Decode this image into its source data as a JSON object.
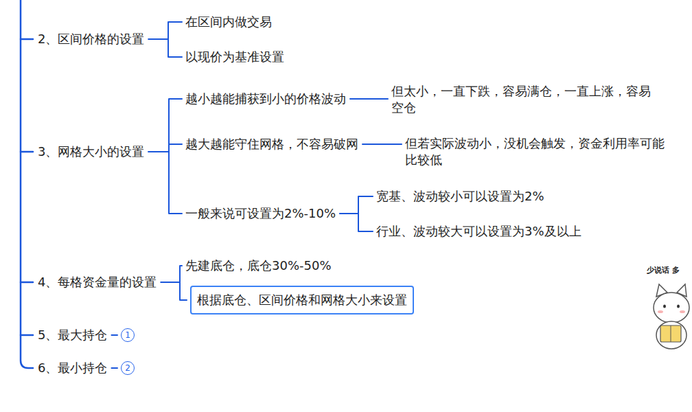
{
  "diagram": {
    "nodes": [
      {
        "text": [
          "2、区间价格的设置"
        ]
      },
      {
        "text": [
          "在区间内做交易"
        ]
      },
      {
        "text": [
          "以现价为基准设置"
        ]
      },
      {
        "text": [
          "3、网格大小的设置"
        ]
      },
      {
        "text": [
          "越小越能捕获到小的价格波动"
        ]
      },
      {
        "text": [
          "但太小，一直下跌，容易满仓，一直上涨，容易空仓"
        ]
      },
      {
        "text": [
          "越大越能守住网格，不容易破网"
        ]
      },
      {
        "text": [
          "但若实际波动小，没机会触发，资金利用率可能比较低"
        ]
      },
      {
        "text": [
          "一般来说可设置为2%-10%"
        ]
      },
      {
        "text": [
          "宽基、波动较小可以设置为2%"
        ]
      },
      {
        "text": [
          "行业、波动较大可以设置为3%及以上"
        ]
      },
      {
        "text": [
          "4、每格资金量的设置"
        ]
      },
      {
        "text": [
          "先建底仓，底仓30%-50%"
        ]
      },
      {
        "text": [
          "根据底仓、区间价格和网格大小来设置"
        ]
      },
      {
        "text": [
          "5、最大持仓"
        ]
      },
      {
        "text": [
          "1"
        ]
      },
      {
        "text": [
          "6、最小持仓"
        ]
      },
      {
        "text": [
          "2"
        ]
      }
    ],
    "edges": [
      {
        "from": 0,
        "to": 1,
        "arrow": "none"
      },
      {
        "from": 0,
        "to": 2,
        "arrow": "none"
      },
      {
        "from": 3,
        "to": 4,
        "arrow": "none"
      },
      {
        "from": 4,
        "to": 5,
        "arrow": "none"
      },
      {
        "from": 3,
        "to": 6,
        "arrow": "none"
      },
      {
        "from": 6,
        "to": 7,
        "arrow": "none"
      },
      {
        "from": 3,
        "to": 8,
        "arrow": "none"
      },
      {
        "from": 8,
        "to": 9,
        "arrow": "none"
      },
      {
        "from": 8,
        "to": 10,
        "arrow": "none"
      },
      {
        "from": 11,
        "to": 12,
        "arrow": "none"
      },
      {
        "from": 11,
        "to": 13,
        "arrow": "none"
      },
      {
        "from": 14,
        "to": 15,
        "arrow": "none"
      },
      {
        "from": 16,
        "to": 17,
        "arrow": "none"
      }
    ],
    "labels": [
      "少说话 多"
    ]
  }
}
